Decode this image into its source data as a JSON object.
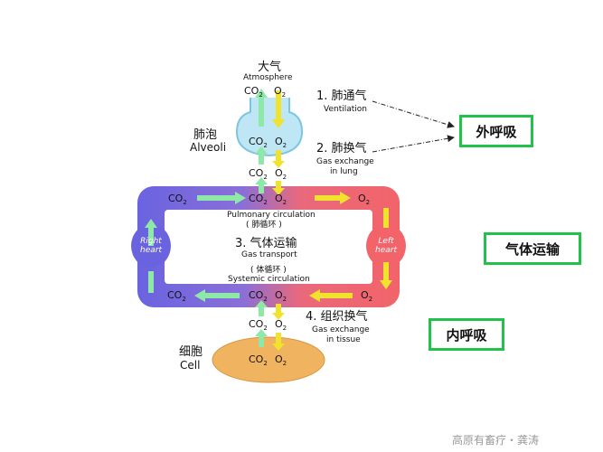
{
  "atmosphere": {
    "cn": "大气",
    "en": "Atmosphere"
  },
  "alveoli": {
    "cn": "肺泡",
    "en": "Alveoli"
  },
  "cell": {
    "cn": "细胞",
    "en": "Cell"
  },
  "gases": {
    "co2": "CO",
    "co2_sub": "2",
    "o2": "O",
    "o2_sub": "2"
  },
  "steps": {
    "ventilation": {
      "cn": "1. 肺通气",
      "en": "Ventilation"
    },
    "lung_exchange": {
      "cn": "2. 肺换气",
      "en1": "Gas exchange",
      "en2": "in lung"
    },
    "transport": {
      "cn": "3. 气体运输",
      "en": "Gas transport"
    },
    "tissue_exchange": {
      "cn": "4. 组织换气",
      "en1": "Gas exchange",
      "en2": "in tissue"
    }
  },
  "circulation": {
    "pulmonary_en": "Pulmonary circulation",
    "pulmonary_cn": "( 肺循环 )",
    "systemic_cn": "( 体循环 )",
    "systemic_en": "Systemic circulation"
  },
  "hearts": {
    "right_1": "Right",
    "right_2": "heart",
    "left_1": "Left",
    "left_2": "heart"
  },
  "boxes": {
    "external": "外呼吸",
    "transport": "气体运输",
    "internal": "内呼吸"
  },
  "watermark": "高原有畜疗・龚涛",
  "colors": {
    "box_border": "#22c24a",
    "venous_blue": "#6a63e0",
    "arterial_red": "#f2646a",
    "co2_arrow_green": "#8ee8a8",
    "o2_arrow_yellow": "#f1e22e",
    "cell_orange": "#f0b460",
    "alveoli_blue": "#bfe6f4"
  }
}
